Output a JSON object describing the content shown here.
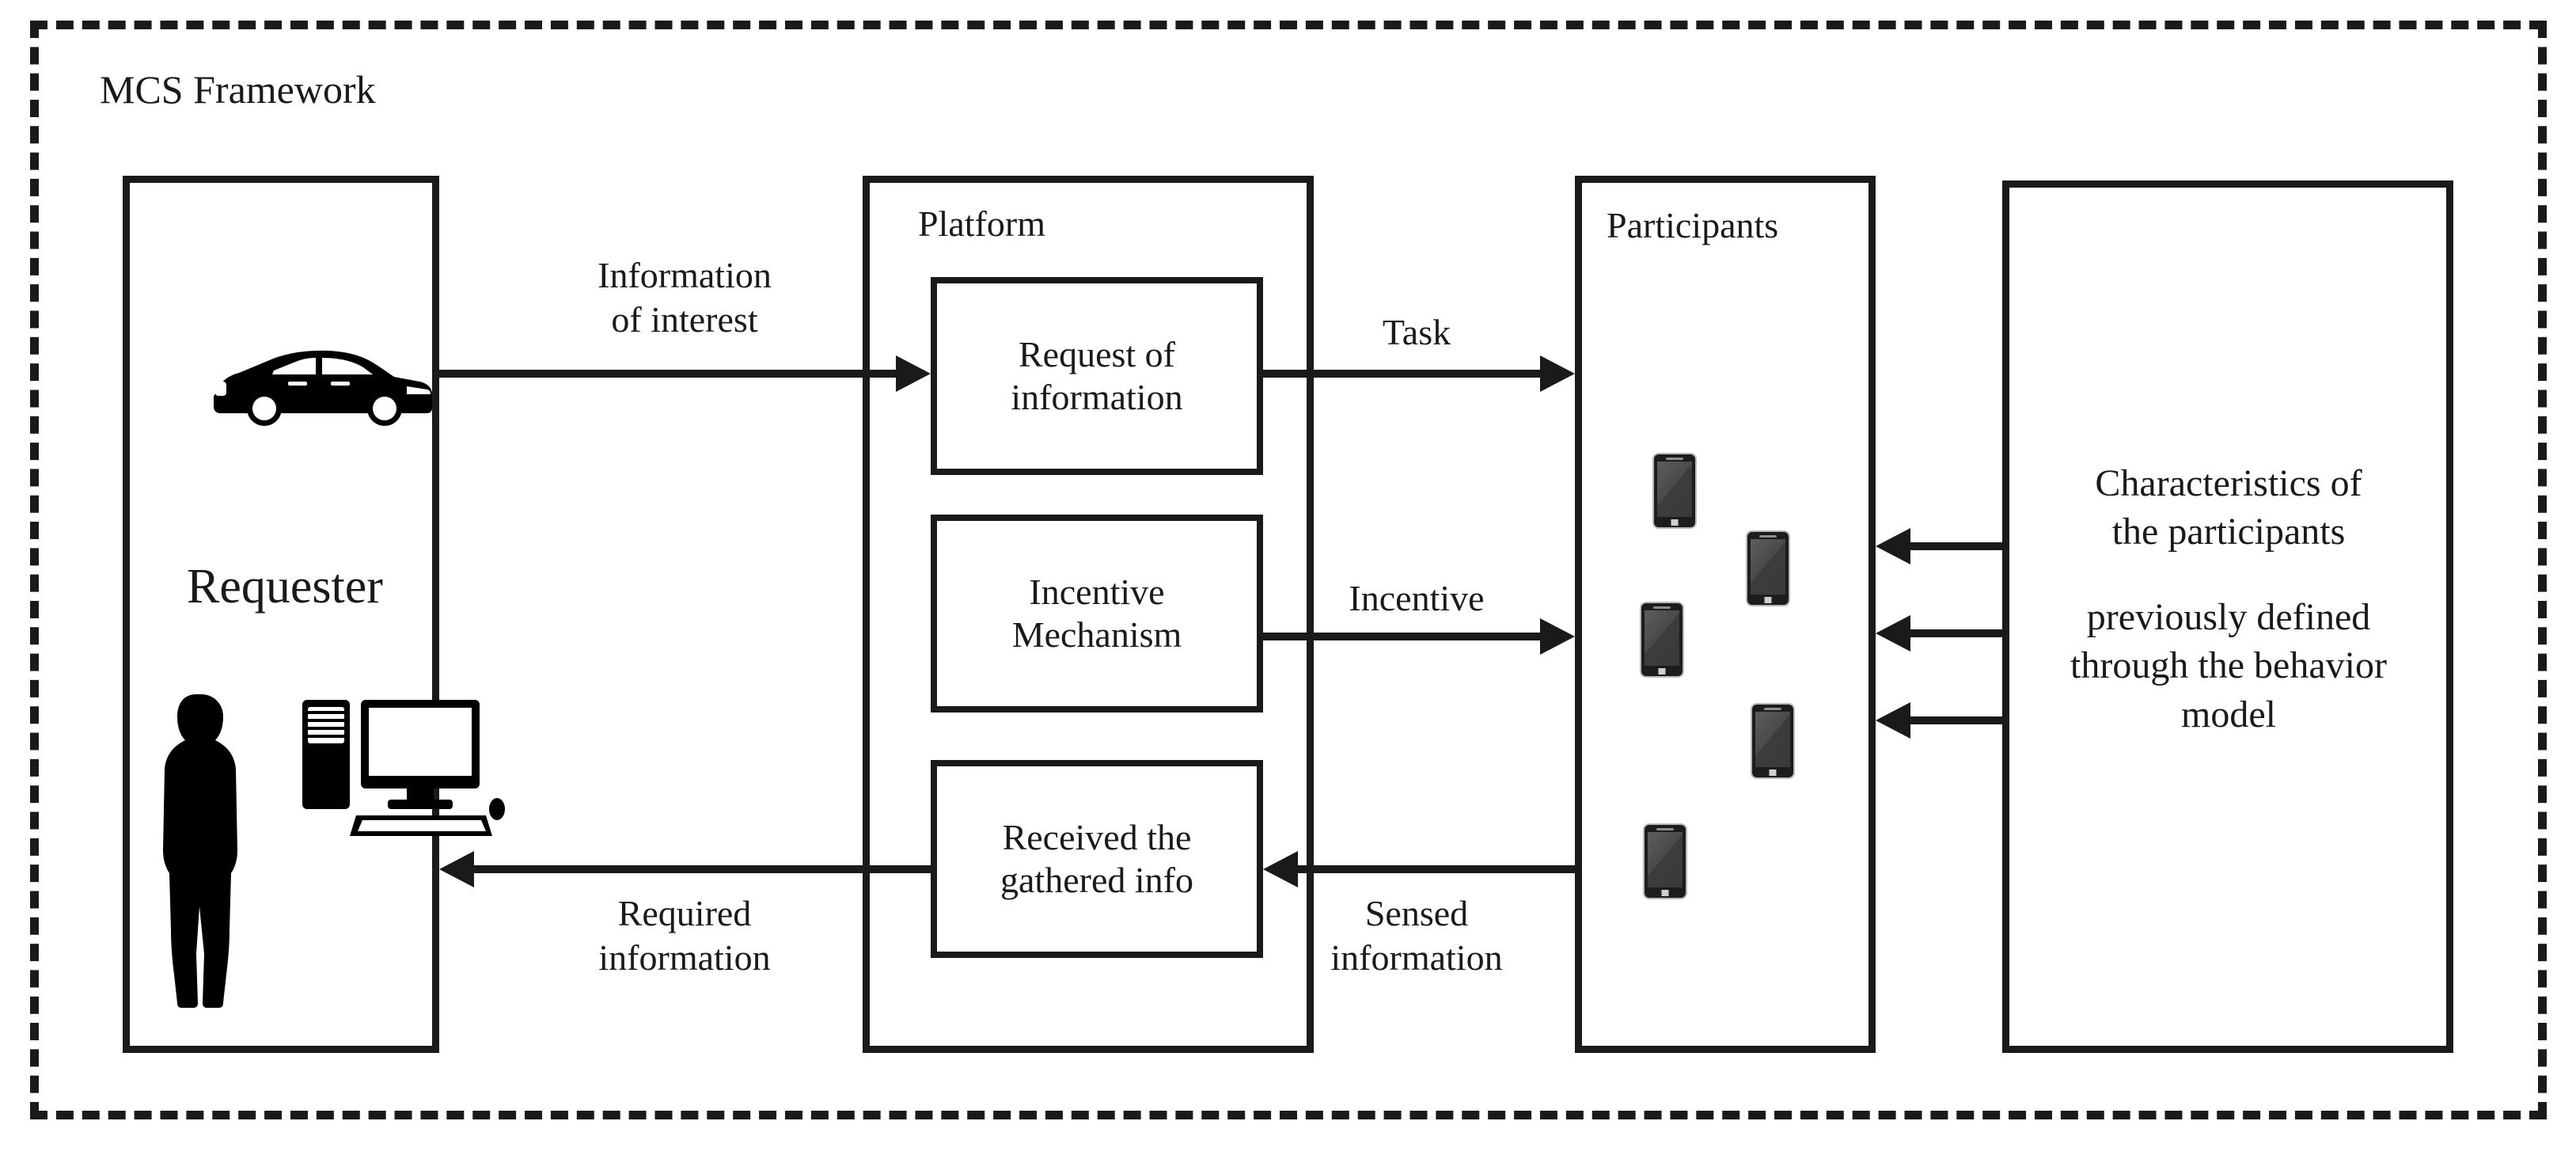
{
  "framework": {
    "title": "MCS Framework"
  },
  "boxes": {
    "requester": {
      "label": "Requester",
      "icons": [
        "car-icon",
        "person-icon",
        "desktop-computer-icon"
      ]
    },
    "platform": {
      "label": "Platform",
      "items": [
        {
          "label": "Request of\ninformation"
        },
        {
          "label": "Incentive\nMechanism"
        },
        {
          "label": "Received the\ngathered info"
        }
      ]
    },
    "participants": {
      "label": "Participants",
      "phone_count": 5
    },
    "characteristics": {
      "line1": "Characteristics of",
      "line2": "the participants",
      "line3": "previously defined",
      "line4": "through the behavior",
      "line5": "model"
    }
  },
  "arrows": [
    {
      "name": "information-of-interest",
      "label": "Information\nof interest",
      "direction": "right"
    },
    {
      "name": "task",
      "label": "Task",
      "direction": "right"
    },
    {
      "name": "incentive",
      "label": "Incentive",
      "direction": "right"
    },
    {
      "name": "sensed-information",
      "label": "Sensed\ninformation",
      "direction": "left"
    },
    {
      "name": "required-information",
      "label": "Required\ninformation",
      "direction": "left"
    },
    {
      "name": "characteristics-1",
      "label": "",
      "direction": "left"
    },
    {
      "name": "characteristics-2",
      "label": "",
      "direction": "left"
    },
    {
      "name": "characteristics-3",
      "label": "",
      "direction": "left"
    }
  ],
  "colors": {
    "stroke": "#1a1a1a",
    "background": "#ffffff",
    "phone_body": "#1c1c1c",
    "phone_screen": "#4a4a4a"
  }
}
